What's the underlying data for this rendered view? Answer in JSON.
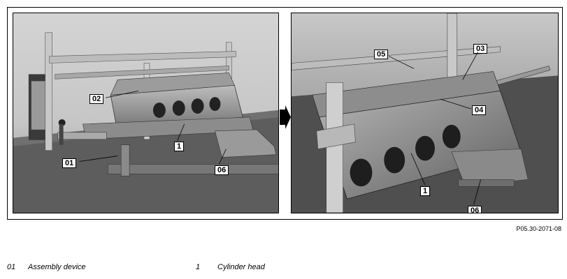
{
  "callouts_left": {
    "c02": "02",
    "c1": "1",
    "c01": "01",
    "c06": "06"
  },
  "callouts_right": {
    "c05": "05",
    "c03": "03",
    "c04": "04",
    "c1": "1",
    "c06": "06"
  },
  "figure_id": "P05.30-2071-08",
  "legend": [
    {
      "code": "01",
      "text": "Assembly device"
    },
    {
      "code": "1",
      "text": "Cylinder head"
    }
  ]
}
